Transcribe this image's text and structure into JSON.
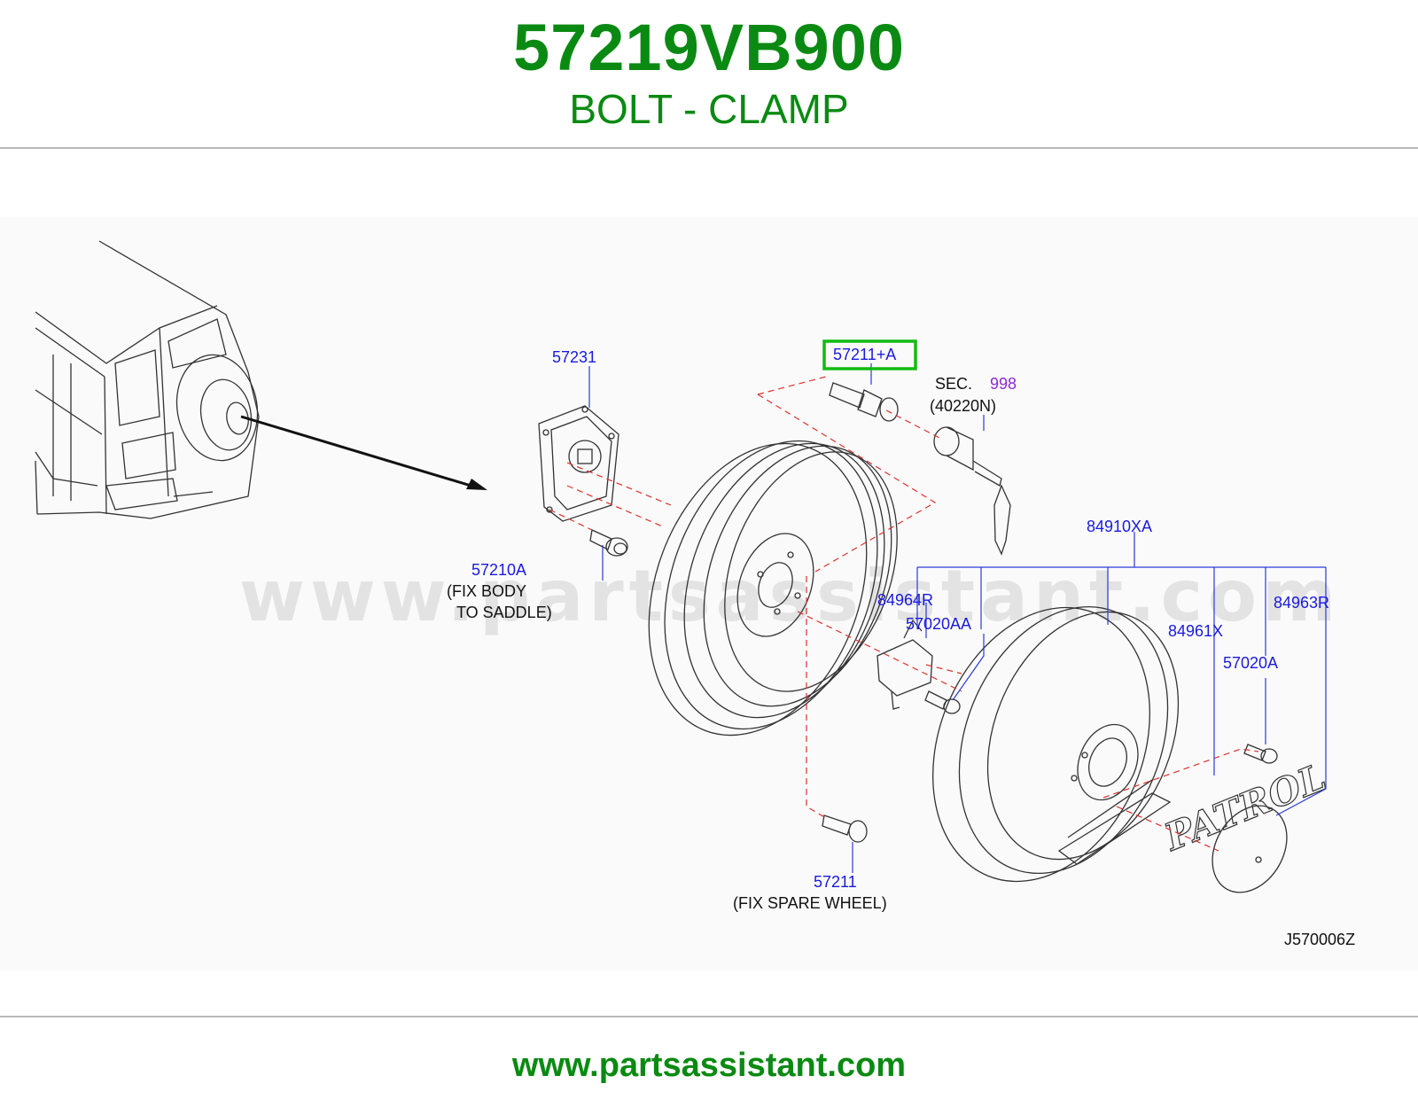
{
  "header": {
    "part_number": "57219VB900",
    "part_name": "BOLT - CLAMP"
  },
  "diagram": {
    "watermark": "www.partsassistant.com",
    "drawing_code": "J570006Z",
    "highlight_color": "#11bb11",
    "labels": {
      "l_57231": "57231",
      "l_57211a": "57211+A",
      "l_sec": "SEC.",
      "l_998": "998",
      "l_40220n": "(40220N)",
      "l_84910xa": "84910XA",
      "l_57210a": "57210A",
      "l_fix_body": "(FIX   BODY",
      "l_to_saddle": "TO   SADDLE)",
      "l_84964r": "84964R",
      "l_57020aa": "57020AA",
      "l_84961x": "84961X",
      "l_84963r": "84963R",
      "l_57020a": "57020A",
      "l_57211": "57211",
      "l_fix_spare": "(FIX   SPARE   WHEEL)",
      "l_patrol": "PATROL"
    }
  },
  "footer": {
    "url": "www.partsassistant.com"
  }
}
